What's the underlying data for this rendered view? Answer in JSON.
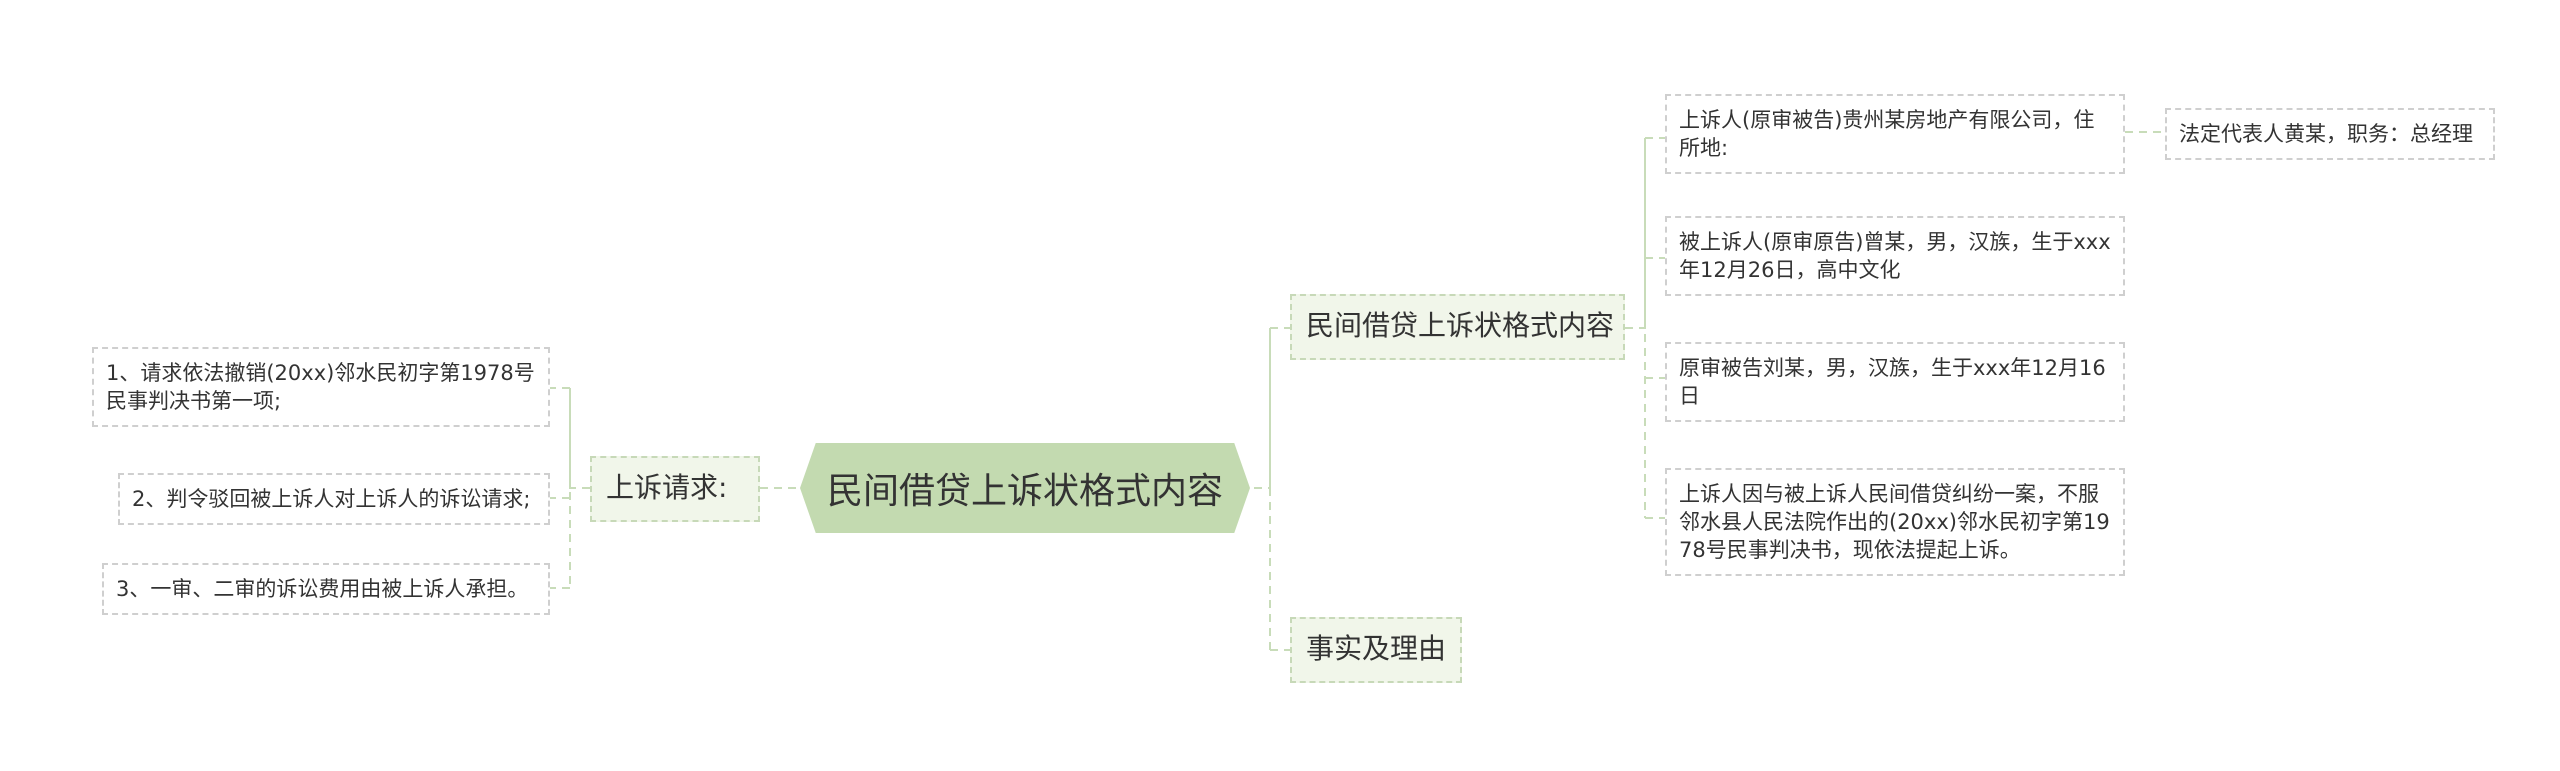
{
  "colors": {
    "root_fill": "#c3dab0",
    "branch_fill": "#f1f6ea",
    "branch_border": "#c7d9b8",
    "leaf_border": "#cfcfcf",
    "connector": "#c8dcb9"
  },
  "mindmap": {
    "root": {
      "label": "民间借贷上诉状格式内容"
    },
    "left_branch": {
      "label": "上诉请求:",
      "items": [
        "1、请求依法撤销(20xx)邻水民初字第1978号民事判决书第一项;",
        "2、判令驳回被上诉人对上诉人的诉讼请求;",
        "3、一审、二审的诉讼费用由被上诉人承担。"
      ]
    },
    "right_branches": [
      {
        "label": "民间借贷上诉状格式内容",
        "items": [
          "上诉人(原审被告)贵州某房地产有限公司，住所地:",
          "被上诉人(原审原告)曾某，男，汉族，生于xxx年12月26日，高中文化",
          "原审被告刘某，男，汉族，生于xxx年12月16日",
          "上诉人因与被上诉人民间借贷纠纷一案，不服邻水县人民法院作出的(20xx)邻水民初字第1978号民事判决书，现依法提起上诉。"
        ],
        "sub_item": "法定代表人黄某，职务：总经理"
      },
      {
        "label": "事实及理由",
        "items": []
      }
    ]
  }
}
